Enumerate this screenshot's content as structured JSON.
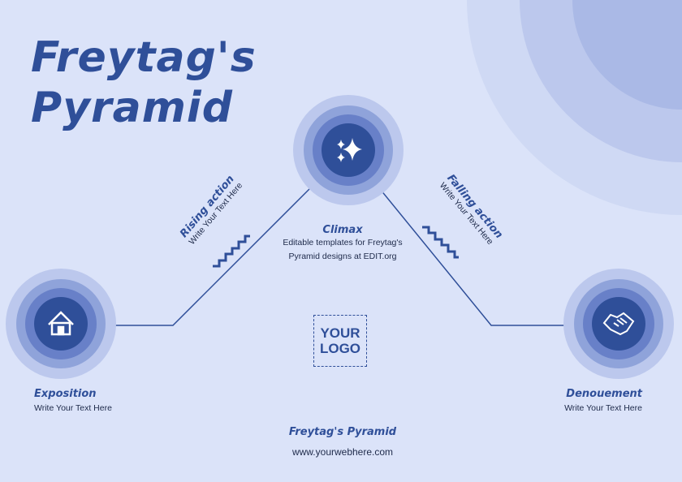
{
  "title": {
    "line1": "Freytag's",
    "line2": "Pyramid"
  },
  "stages": {
    "climax": {
      "title": "Climax",
      "line1": "Editable templates for Freytag's",
      "line2": "Pyramid designs at EDIT.org",
      "icon": "sparkle-icon"
    },
    "rising": {
      "title": "Rising action",
      "text": "Write Your Text Here"
    },
    "falling": {
      "title": "Falling action",
      "text": "Write Your Text Here"
    },
    "exposition": {
      "title": "Exposition",
      "text": "Write Your Text Here",
      "icon": "house-icon"
    },
    "denouement": {
      "title": "Denouement",
      "text": "Write Your Text Here",
      "icon": "handshake-icon"
    }
  },
  "logo": {
    "line1": "YOUR",
    "line2": "LOGO"
  },
  "footer": {
    "title": "Freytag's Pyramid",
    "url": "www.yourwebhere.com"
  },
  "colors": {
    "background": "#dbe3f9",
    "primary": "#2f4f99",
    "ring1": "#bcc8ed",
    "ring2": "#8fa3da",
    "ring3": "#6880c8"
  }
}
